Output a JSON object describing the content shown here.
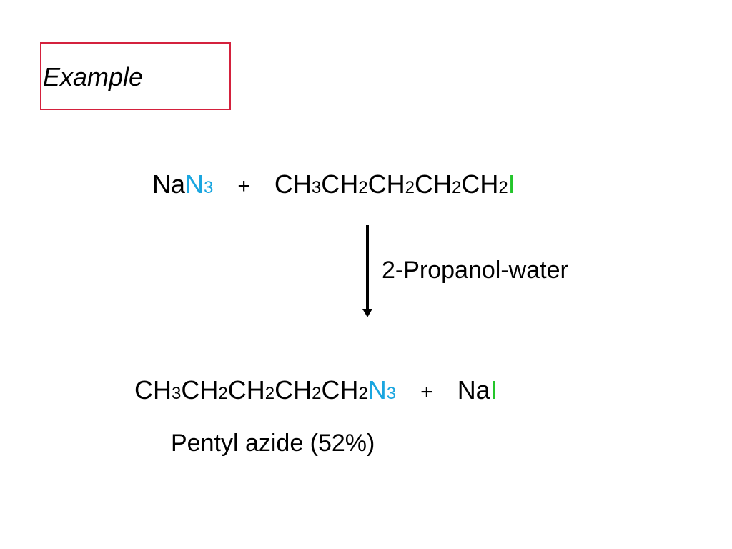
{
  "title": "Example",
  "reactants": {
    "reagent": {
      "na": "Na",
      "n": "N",
      "n_sub": "3"
    },
    "plus": "+",
    "substrate": {
      "c1": "CH",
      "s1": "3",
      "c2": "CH",
      "s2": "2",
      "c3": "CH",
      "s3": "2",
      "c4": "CH",
      "s4": "2",
      "c5": "CH",
      "s5": "2",
      "leaving_group": "I"
    }
  },
  "conditions": "2-Propanol-water",
  "products": {
    "main": {
      "c1": "CH",
      "s1": "3",
      "c2": "CH",
      "s2": "2",
      "c3": "CH",
      "s3": "2",
      "c4": "CH",
      "s4": "2",
      "c5": "CH",
      "s5": "2",
      "n": "N",
      "n_sub": "3"
    },
    "plus": "+",
    "byproduct": {
      "na": "Na",
      "i": "I"
    }
  },
  "product_name": "Pentyl azide (52%)",
  "colors": {
    "title_border": "#d4213d",
    "azide": "#1aa6e0",
    "iodide": "#23c52a"
  }
}
